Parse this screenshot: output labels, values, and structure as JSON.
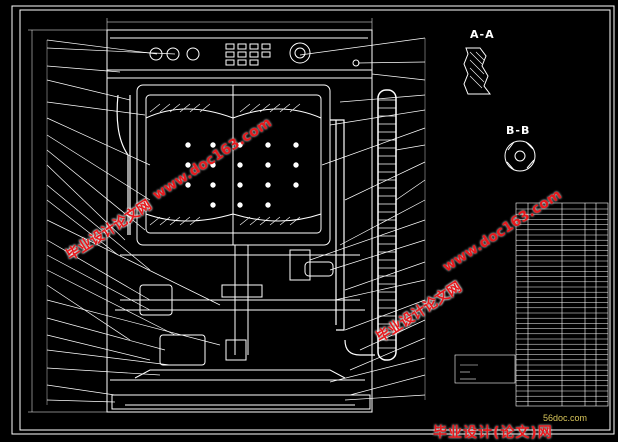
{
  "section_labels": {
    "a": "A-A",
    "b": "B-B"
  },
  "watermarks": {
    "site": "www.doc163.com",
    "cn": "毕业设计论文网",
    "footer_logo": "56doc.com",
    "footer_text": "毕业设计(论文)网"
  },
  "colors": {
    "background": "#000000",
    "lines": "#ffffff",
    "watermark": "#e8191d",
    "frame": "#ffffff"
  }
}
